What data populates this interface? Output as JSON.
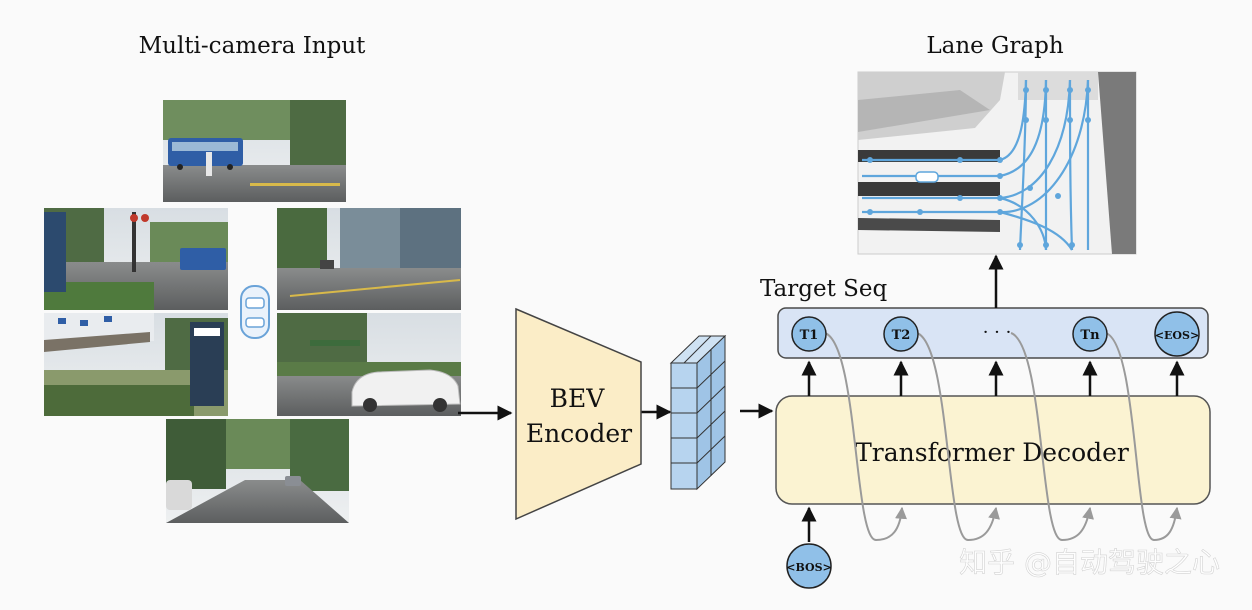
{
  "titles": {
    "input": "Multi-camera Input",
    "output": "Lane Graph",
    "target_seq": "Target Seq"
  },
  "encoder": {
    "line1": "BEV",
    "line2": "Encoder"
  },
  "decoder": {
    "label": "Transformer Decoder"
  },
  "tokens": {
    "t1": "T1",
    "t2": "T2",
    "dots": "· · ·",
    "tn": "Tn",
    "eos": "<EOS>",
    "bos": "<BOS>"
  },
  "watermark": "知乎 @自动驾驶之心",
  "colors": {
    "encoder_fill": "#fbedc7",
    "decoder_fill": "#fbf3d2",
    "seq_fill": "#d9e4f5",
    "token_fill": "#90c0e8",
    "cube_fill": "#b7d4ef",
    "lane_blue": "#5fa6dc"
  }
}
